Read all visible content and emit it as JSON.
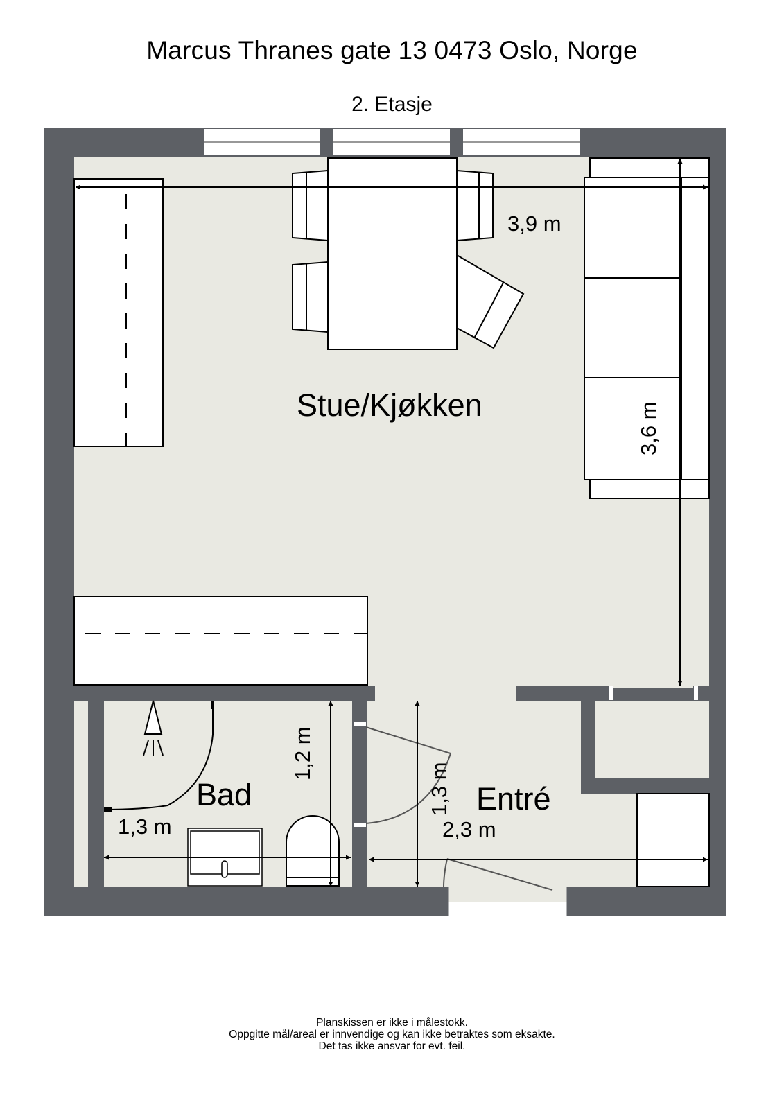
{
  "header": {
    "address": "Marcus Thranes gate 13 0473 Oslo, Norge",
    "floor": "2. Etasje"
  },
  "colors": {
    "wall": "#5d6065",
    "floor": "#e9e9e2",
    "furniture": "#ffffff",
    "line": "#000000"
  },
  "rooms": [
    {
      "name": "Stue/Kjøkken",
      "width": "3,9 m",
      "depth": "3,6 m"
    },
    {
      "name": "Bad",
      "width": "1,3 m",
      "depth": "1,2 m"
    },
    {
      "name": "Entré",
      "width": "2,3 m",
      "depth": "1,3 m"
    }
  ],
  "icons": [
    "shower-icon",
    "toilet-icon",
    "sink-icon",
    "bed-icon",
    "sofa-icon",
    "dining-table-icon",
    "chair-icon",
    "door-swing-icon",
    "window-icon",
    "dimension-arrow-icon"
  ],
  "footer": {
    "line1": "Planskissen er ikke i målestokk.",
    "line2": "Oppgitte mål/areal er innvendige og kan ikke betraktes som eksakte.",
    "line3": "Det tas ikke ansvar for evt. feil."
  }
}
